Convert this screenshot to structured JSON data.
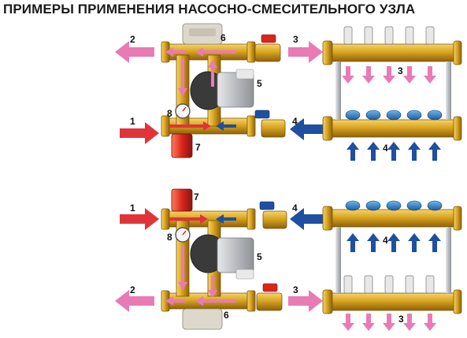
{
  "title": "ПРИМЕРЫ ПРИМЕНЕНИЯ НАСОСНО-СМЕСИТЕЛЬНОГО УЗЛА",
  "colors": {
    "brass": "#d9a521",
    "brass_dark": "#9a6d0c",
    "hot": "#e0343a",
    "return": "#e97bb4",
    "cold": "#1f4fa0",
    "valve_red": "#d8261c",
    "cap_blue": "#2b7cc8",
    "steel": "#b9bcc0"
  },
  "labels": {
    "n1": "1",
    "n2": "2",
    "n3": "3",
    "n4": "4",
    "n5": "5",
    "n6": "6",
    "n7": "7",
    "n8": "8"
  }
}
